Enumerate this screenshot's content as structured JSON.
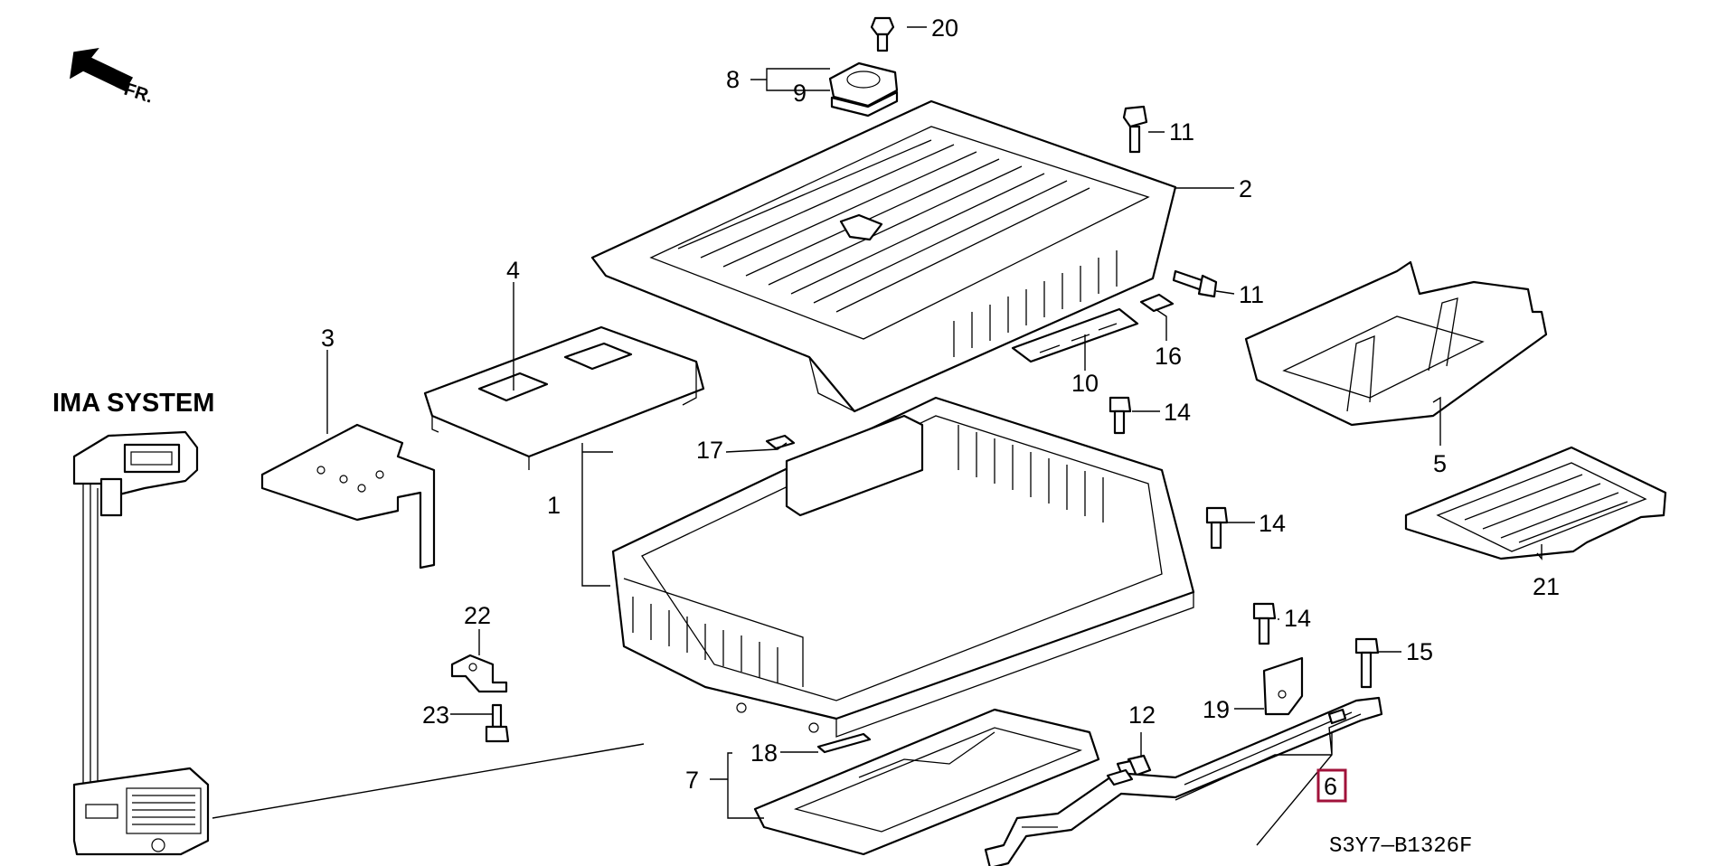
{
  "diagram": {
    "system_title": "IMA SYSTEM",
    "direction_label": "FR.",
    "drawing_code": "S3Y7—B1326F",
    "highlight_color": "#a0123a",
    "callouts": {
      "c1": "1",
      "c2": "2",
      "c3": "3",
      "c4": "4",
      "c5": "5",
      "c6": "6",
      "c7": "7",
      "c8": "8",
      "c9": "9",
      "c10": "10",
      "c11a": "11",
      "c11b": "11",
      "c12": "12",
      "c14a": "14",
      "c14b": "14",
      "c14c": "14",
      "c15": "15",
      "c16": "16",
      "c17": "17",
      "c18": "18",
      "c19": "19",
      "c20": "20",
      "c21": "21",
      "c22": "22",
      "c23": "23"
    },
    "highlighted_part": "6"
  }
}
